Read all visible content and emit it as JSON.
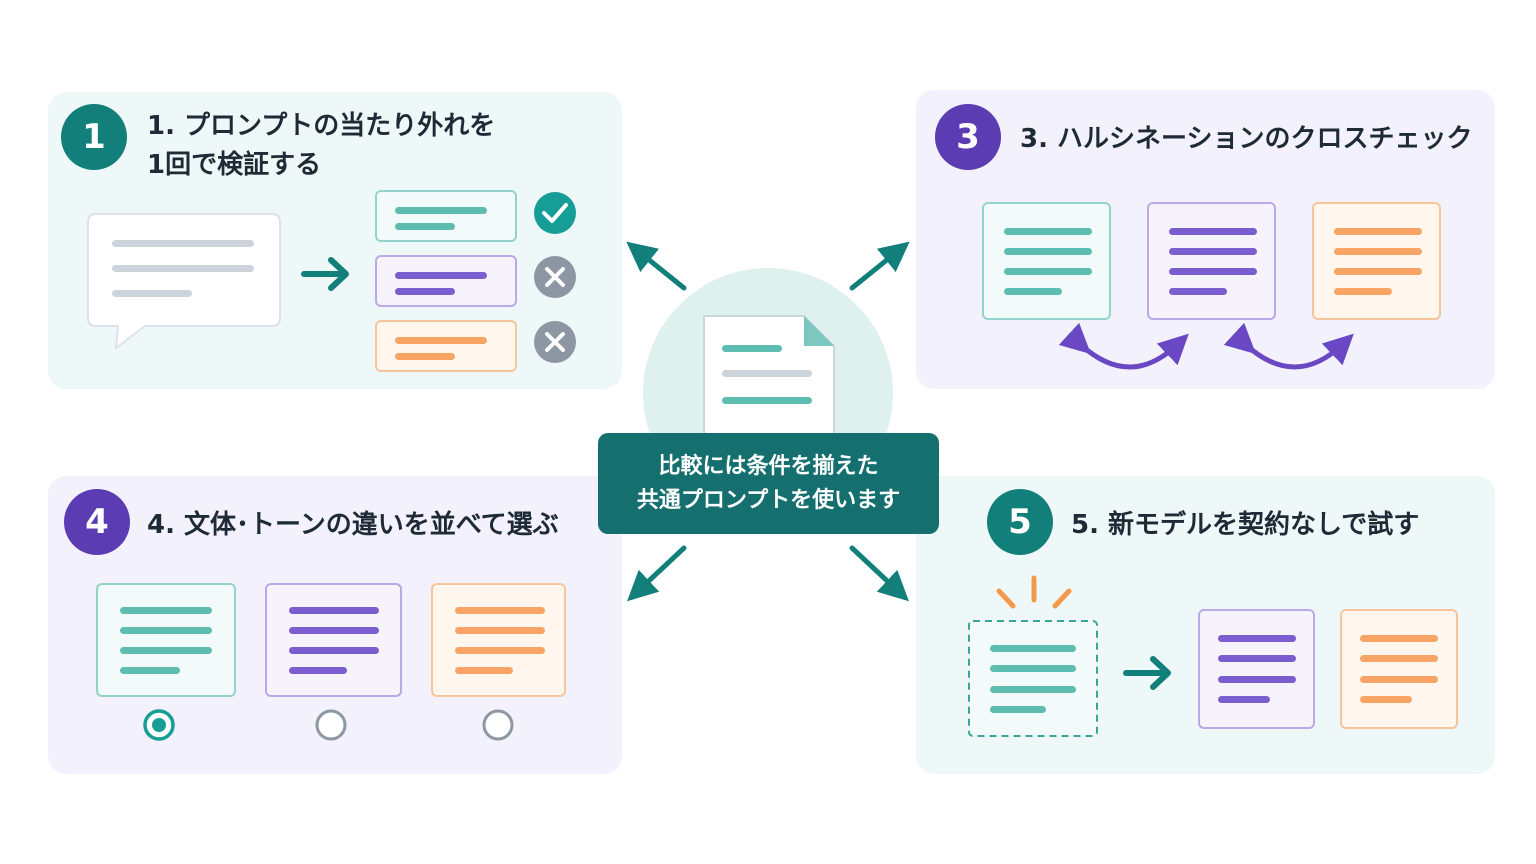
{
  "center": {
    "line1": "比較には条件を揃えた",
    "line2": "共通プロンプトを使います"
  },
  "panels": [
    {
      "number": "1",
      "title": "1. プロンプトの当たり外れを\n1回で検証する"
    },
    {
      "number": "3",
      "title": "3. ハルシネーションのクロスチェック"
    },
    {
      "number": "4",
      "title": "4. 文体･トーンの違いを並べて選ぶ"
    },
    {
      "number": "5",
      "title": "5. 新モデルを契約なしで試す"
    }
  ],
  "colors": {
    "teal": "#127f7a",
    "purple": "#5b3cb3",
    "orange": "#f7a464",
    "status_ok": "#169e96",
    "status_ng": "#8d96a3"
  },
  "icons": {
    "check": "check-icon",
    "cross": "close-icon",
    "radio_selected": "radio-selected-icon",
    "radio_empty": "radio-empty-icon"
  }
}
